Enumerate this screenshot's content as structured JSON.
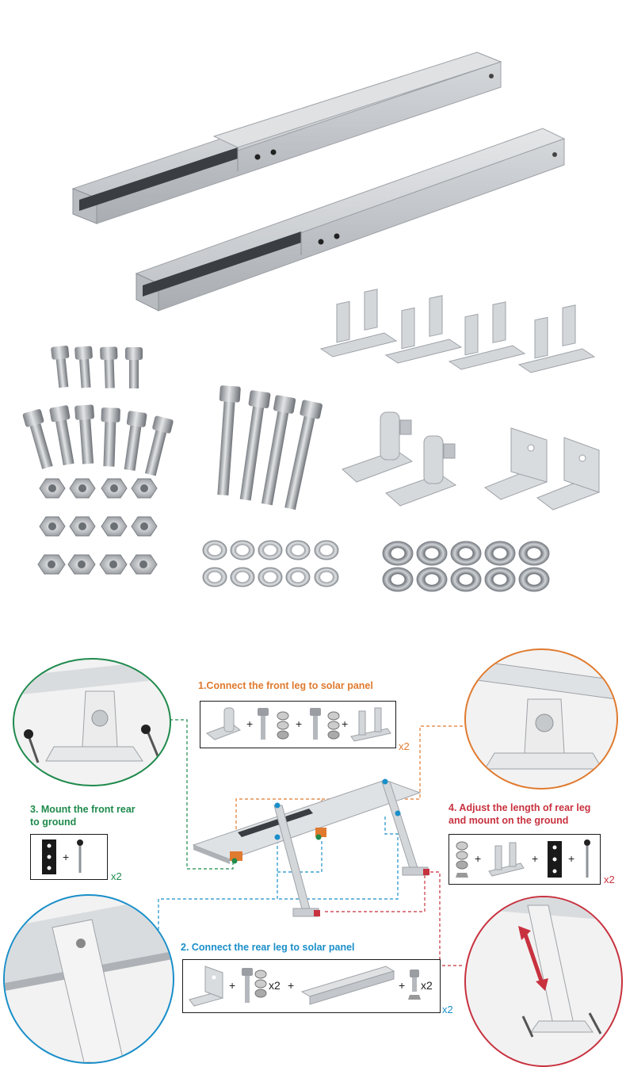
{
  "steps": {
    "step1": {
      "title": "1.Connect the front leg to solar panel",
      "multiplier": "x2",
      "plus": "+"
    },
    "step2": {
      "title": "2. Connect the rear leg to solar panel",
      "multiplier": "x2",
      "inline_multiplier": "x2",
      "plus": "+"
    },
    "step3": {
      "line1": "3. Mount the front rear",
      "line2": "to ground",
      "multiplier": "x2",
      "plus": "+"
    },
    "step4": {
      "line1": "4. Adjust the length of rear leg",
      "line2": "and mount on the ground",
      "multiplier": "x2",
      "plus": "+"
    }
  },
  "colors": {
    "step1": "#e07a2e",
    "step2": "#1a8fc9",
    "step3": "#1f8a4c",
    "step4": "#c8323f",
    "metal": "#c9ccd0",
    "metal_dark": "#8e9398",
    "outline": "#1a1a1a"
  },
  "icons": [
    "rail-icon",
    "bolt-icon",
    "nut-icon",
    "washer-icon",
    "bracket-icon",
    "hinge-icon",
    "solar-panel-icon",
    "screw-icon",
    "arrow-icon"
  ]
}
